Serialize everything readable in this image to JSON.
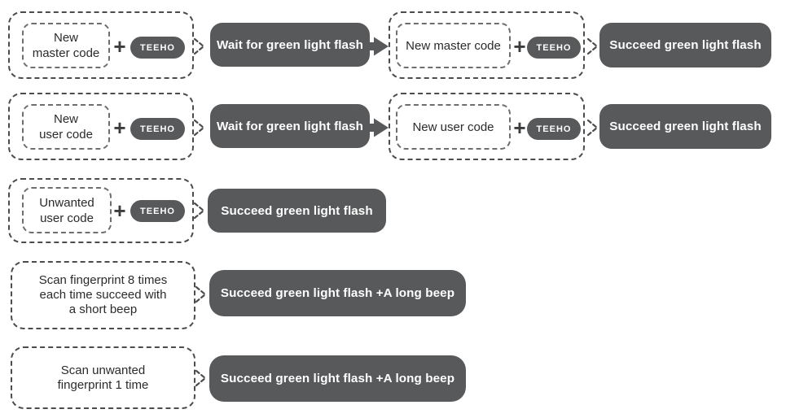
{
  "colors": {
    "box_gray": "#58595b",
    "text_dark": "#2b2b2b",
    "dash_dark": "#4c4c4c",
    "dash_mid": "#6e6e6e",
    "white": "#ffffff",
    "background": "#ffffff"
  },
  "logo_text": "TEEHO",
  "plus_sign": "+",
  "rows": [
    {
      "step1_lines": [
        "New",
        "master code"
      ],
      "wait_label": "Wait for green light flash",
      "step2_label": "New master code",
      "result_label": "Succeed green light flash"
    },
    {
      "step1_lines": [
        "New",
        "user code"
      ],
      "wait_label": "Wait for green light flash",
      "step2_label": "New user code",
      "result_label": "Succeed green light flash"
    },
    {
      "step1_lines": [
        "Unwanted",
        "user code"
      ],
      "result_label": "Succeed green light flash"
    },
    {
      "step1_lines": [
        "Scan fingerprint 8 times",
        "each time succeed with",
        "a short beep"
      ],
      "result_label": "Succeed green light flash +A long beep"
    },
    {
      "step1_lines": [
        "Scan unwanted",
        "fingerprint 1 time"
      ],
      "result_label": "Succeed green light flash +A long beep"
    }
  ]
}
